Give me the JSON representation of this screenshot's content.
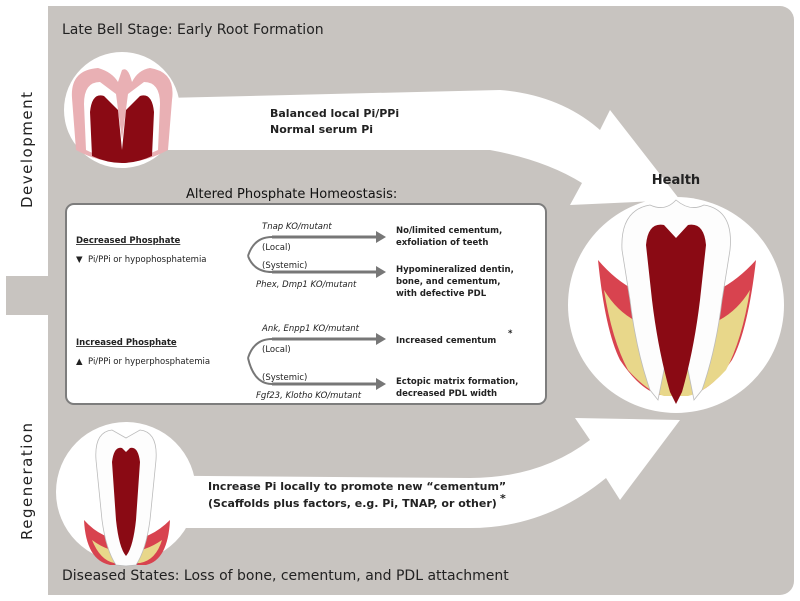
{
  "sections": {
    "development": "Development",
    "regeneration": "Regeneration"
  },
  "top": {
    "header": "Late Bell Stage: Early Root Formation",
    "line1": "Balanced local Pi/PPi",
    "line2": "Normal serum Pi"
  },
  "health_label": "Health",
  "homeostasis": {
    "title": "Altered Phosphate Homeostasis:",
    "decreased": {
      "heading": "Decreased Phosphate",
      "sub": "Pi/PPi or hypophosphatemia",
      "local_gene": "Tnap KO/mutant",
      "local_tag": "(Local)",
      "local_outcome_1": "No/limited cementum,",
      "local_outcome_2": "exfoliation of teeth",
      "systemic_tag": "(Systemic)",
      "systemic_gene": "Phex, Dmp1 KO/mutant",
      "systemic_outcome_1": "Hypomineralized dentin,",
      "systemic_outcome_2": "bone, and cementum,",
      "systemic_outcome_3": "with defective PDL"
    },
    "increased": {
      "heading": "Increased Phosphate",
      "sub": "Pi/PPi or hyperphosphatemia",
      "local_gene": "Ank, Enpp1 KO/mutant",
      "local_tag": "(Local)",
      "local_outcome_1": "Increased cementum",
      "local_star": "*",
      "systemic_tag": "(Systemic)",
      "systemic_gene": "Fgf23, Klotho KO/mutant",
      "systemic_outcome_1": "Ectopic matrix formation,",
      "systemic_outcome_2": "decreased PDL width"
    }
  },
  "bottom": {
    "line1": "Increase Pi locally to promote new “cementum”",
    "line2": "(Scaffolds plus factors, e.g. Pi, TNAP, or other)",
    "star": "*",
    "footer": "Diseased States: Loss of bone, cementum, and PDL attachment"
  },
  "colors": {
    "background": "#c8c4c0",
    "box": "#ffffff",
    "arrow": "#ffffff",
    "pulp": "#8a0a14",
    "gum": "#d8434f",
    "bone": "#e8d78a",
    "enamel": "#fdfdfd",
    "small_arrow": "#777777"
  }
}
